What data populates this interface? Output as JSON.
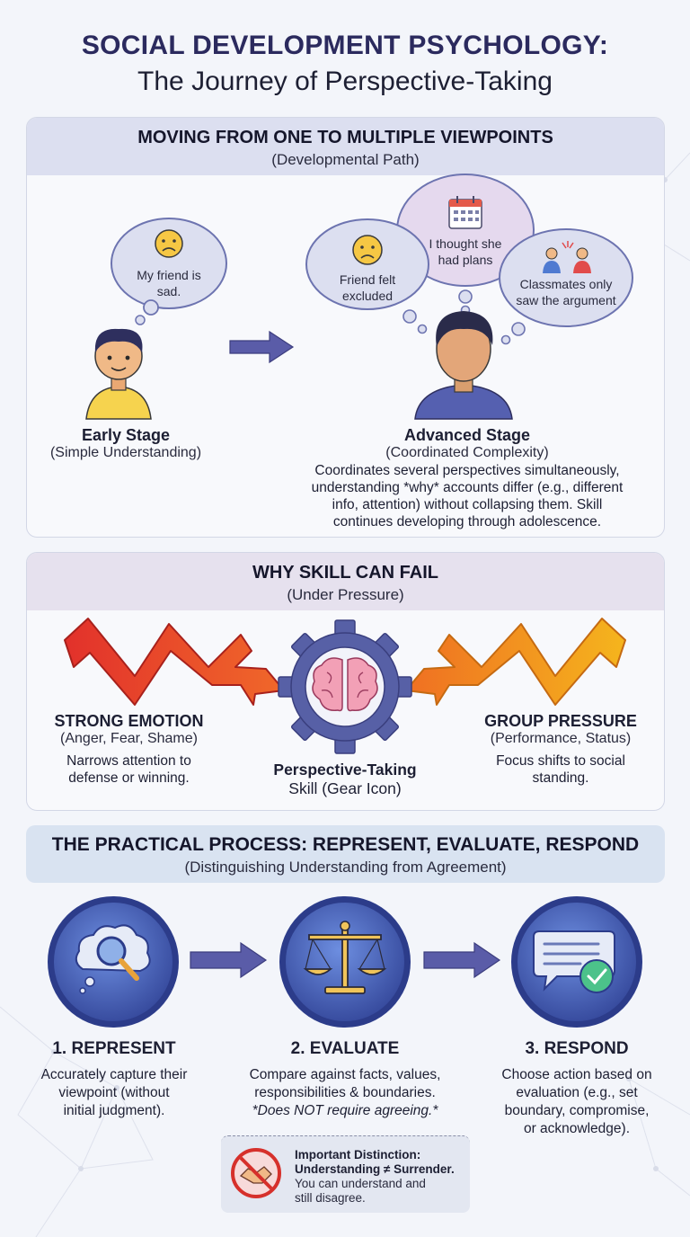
{
  "header": {
    "title": "SOCIAL DEVELOPMENT PSYCHOLOGY:",
    "subtitle": "The Journey of Perspective-Taking"
  },
  "section1": {
    "title": "MOVING FROM ONE TO MULTIPLE VIEWPOINTS",
    "subtitle": "(Developmental Path)",
    "early": {
      "bubble": "My friend is sad.",
      "title": "Early Stage",
      "subtitle": "(Simple Understanding)"
    },
    "advanced": {
      "bubble_left": "Friend felt excluded",
      "bubble_top": "I thought she had plans",
      "bubble_right": "Classmates only saw the argument",
      "title": "Advanced Stage",
      "subtitle": "(Coordinated Complexity)",
      "desc_lines": [
        "Coordinates several perspectives simultaneously,",
        "understanding *why* accounts differ (e.g., different",
        "info, attention) without collapsing them. Skill",
        "continues developing through adolescence."
      ]
    }
  },
  "section2": {
    "title": "WHY SKILL CAN FAIL",
    "subtitle": "(Under Pressure)",
    "left": {
      "title": "STRONG EMOTION",
      "subtitle": "(Anger, Fear, Shame)",
      "desc_lines": [
        "Narrows attention to",
        "defense or winning."
      ]
    },
    "center": {
      "lines": [
        "Perspective-Taking",
        "Skill (Gear Icon)"
      ]
    },
    "right": {
      "title": "GROUP PRESSURE",
      "subtitle": "(Performance, Status)",
      "desc_lines": [
        "Focus shifts to social",
        "standing."
      ]
    }
  },
  "section3": {
    "title": "THE PRACTICAL PROCESS: REPRESENT, EVALUATE, RESPOND",
    "subtitle": "(Distinguishing Understanding from Agreement)",
    "steps": [
      {
        "title": "1. REPRESENT",
        "lines": [
          "Accurately capture their",
          "viewpoint (without",
          "initial judgment)."
        ]
      },
      {
        "title": "2. EVALUATE",
        "lines": [
          "Compare against facts, values,",
          "responsibilities & boundaries."
        ],
        "note": "*Does NOT require agreeing.*"
      },
      {
        "title": "3. RESPOND",
        "lines": [
          "Choose action based on",
          "evaluation (e.g., set",
          "boundary, compromise,",
          "or acknowledge)."
        ]
      }
    ],
    "distinction": {
      "title_lines": [
        "Important Distinction:",
        "Understanding ≠ Surrender."
      ],
      "body_lines": [
        "You can understand and",
        "still disagree."
      ]
    }
  },
  "colors": {
    "title": "#2b2a5e",
    "panel_head_1": "#dcdff0",
    "panel_head_2": "#e6e1ee",
    "panel_head_3": "#d9e3f1",
    "arrow": "#5a5ca8",
    "bolt_left": "#e0332a",
    "bolt_right": "#f2a31a",
    "gear": "#5760a6",
    "circle": "#3d5ba8"
  }
}
